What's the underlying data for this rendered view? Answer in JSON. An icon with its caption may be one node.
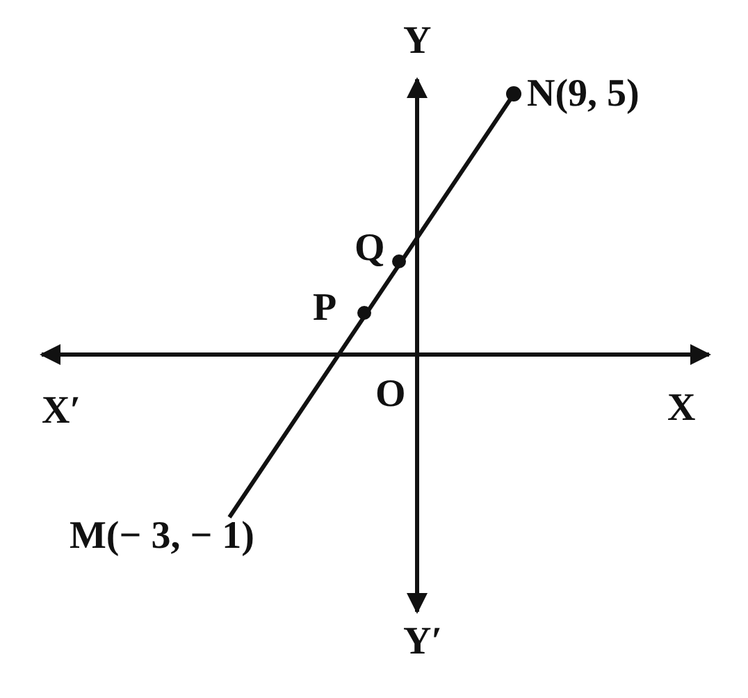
{
  "diagram": {
    "nodes": [
      {
        "text": [
          "N(9, 5)"
        ]
      },
      {
        "text": [
          "M(− 3, − 1)"
        ]
      }
    ],
    "edges": [
      {
        "from": 1,
        "to": 0,
        "arrow": "none"
      }
    ],
    "labels": [
      "Y",
      "Q",
      "P",
      "X′",
      "O",
      "X",
      "Y′"
    ]
  }
}
